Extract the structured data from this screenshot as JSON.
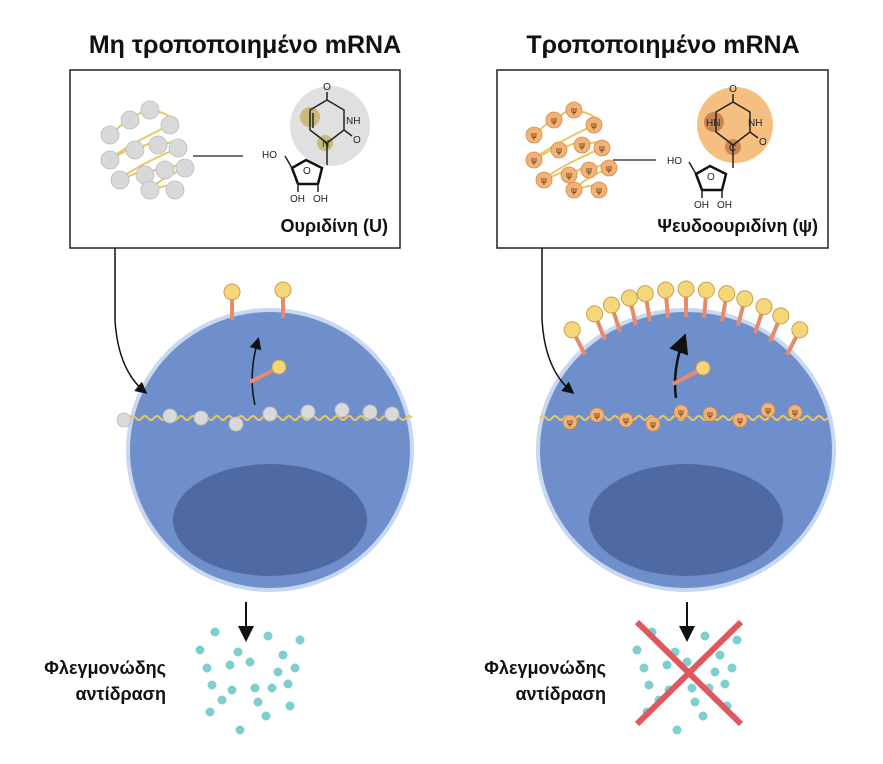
{
  "panels": [
    {
      "id": "unmodified",
      "title": "Μη τροποποιημένο mRNA",
      "molecule_label": "Ουριδίνη (U)",
      "atoms": {
        "top_o": "O",
        "nh": "NH",
        "right_o": "O",
        "n": "N",
        "ho": "HO",
        "ring_o": "O",
        "oh1": "OH",
        "oh2": "OH"
      },
      "response_label_1": "Φλεγμονώδης",
      "response_label_2": "αντίδραση",
      "bead_symbol": ""
    },
    {
      "id": "modified",
      "title": "Τροποποιημένο mRNA",
      "molecule_label": "Ψευδοουριδίνη (ψ)",
      "atoms": {
        "top_o": "O",
        "hn": "HN",
        "nh": "NH",
        "right_o": "O",
        "c": "C",
        "ho": "HO",
        "ring_o": "O",
        "oh1": "OH",
        "oh2": "OH"
      },
      "response_label_1": "Φλεγμονώδης",
      "response_label_2": "αντίδραση",
      "bead_symbol": "ψ"
    }
  ],
  "colors": {
    "cell": "#6f8fcc",
    "cell_border": "#c8d8f0",
    "nucleus": "#4f6aa3",
    "uridine_bead": "#d9d9d9",
    "pseudo_bead": "#f4b375",
    "strand": "#e8c766",
    "receptor_head": "#f5d77a",
    "receptor_stem": "#e8896a",
    "cytokine": "#7fcfcf",
    "cross": "#e0575f"
  }
}
